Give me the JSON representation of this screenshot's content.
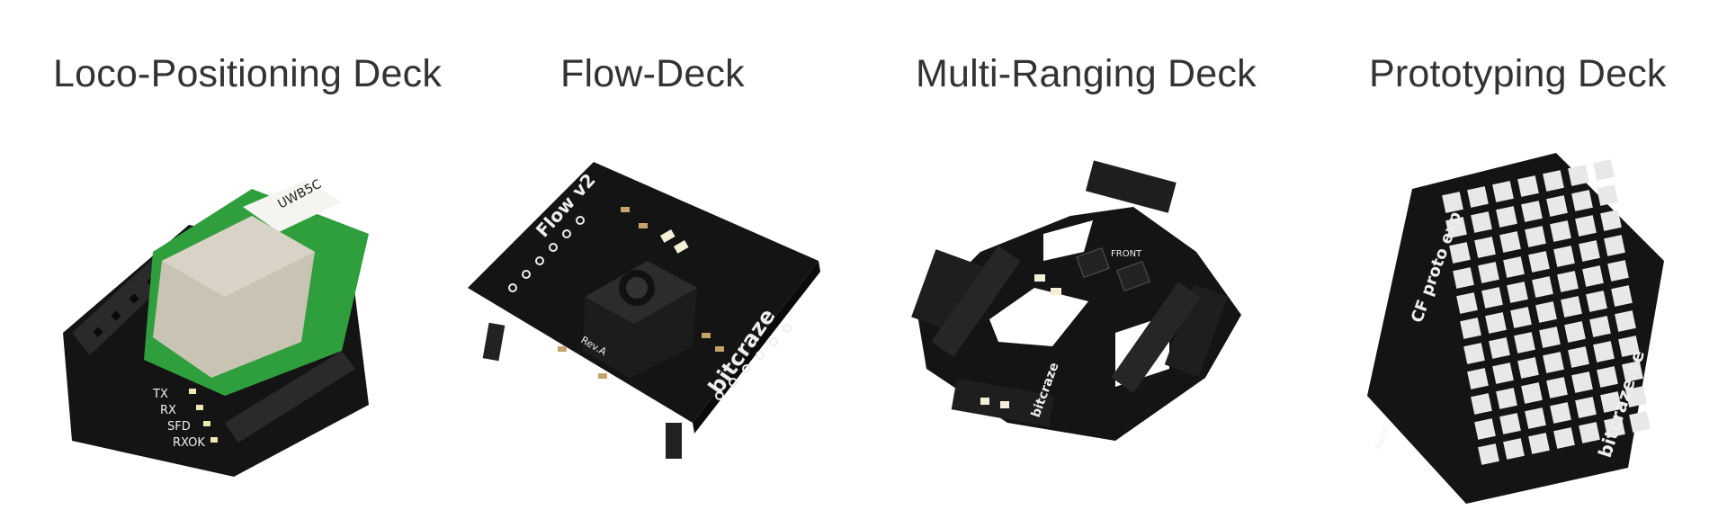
{
  "decks": [
    {
      "title": "Loco-Positioning Deck",
      "silkscreen": [
        "TX",
        "RX",
        "SFD",
        "RXOK"
      ],
      "module_label": "UWB5C"
    },
    {
      "title": "Flow-Deck",
      "silkscreen": [
        "Flow v2",
        "bitcraze",
        "Rev.A"
      ]
    },
    {
      "title": "Multi-Ranging Deck",
      "silkscreen": [
        "FRONT",
        "bitcraze"
      ]
    },
    {
      "title": "Prototyping Deck",
      "silkscreen": [
        "CF proto exp",
        "bitcraze.se",
        "Rev.C"
      ]
    }
  ],
  "colors": {
    "title_text": "#333333",
    "pcb": "#141414",
    "silk": "#eeeeee",
    "module_green": "#2f9e3c",
    "metal_shield": "#c9c3b4"
  },
  "icons": {
    "loco": "loco-positioning-deck-board-image",
    "flow": "flow-deck-board-image",
    "multi": "multi-ranging-deck-board-image",
    "proto": "prototyping-deck-board-image"
  }
}
